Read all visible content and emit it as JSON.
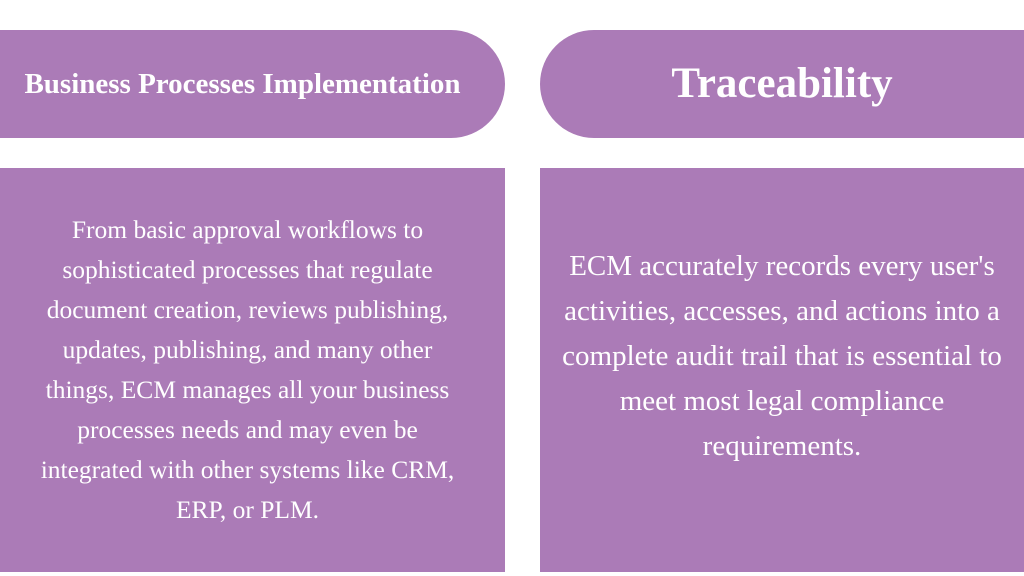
{
  "colors": {
    "panel": "#ab7bb7",
    "text": "#ffffff",
    "background": "#ffffff"
  },
  "left": {
    "heading": "Business Processes Implementation",
    "body": "From basic approval workflows to sophisticated processes that regulate document creation, reviews publishing, updates, publishing, and many other things, ECM manages all your business processes needs and may even be integrated with other systems like CRM, ERP, or PLM."
  },
  "right": {
    "heading": "Traceability",
    "body": "ECM accurately records every user's activities, accesses, and actions into a complete audit trail that is essential to meet most legal compliance requirements."
  }
}
